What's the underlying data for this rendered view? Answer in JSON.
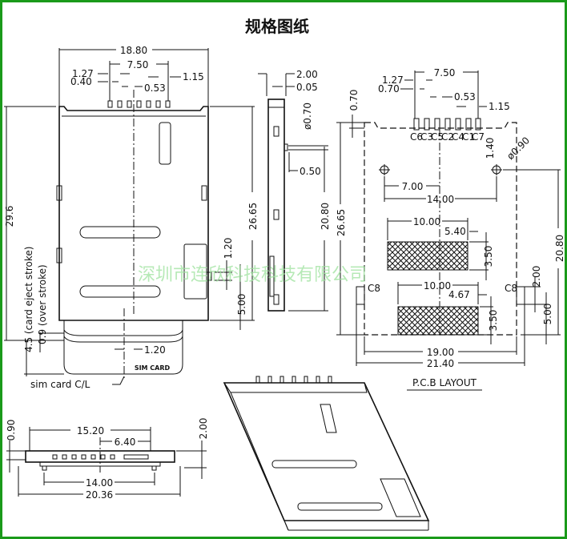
{
  "title": "规格图纸",
  "watermark": "深圳市连欣科技科技有限公司",
  "colors": {
    "border": "#1a9a1a",
    "watermark": "#9ee29e",
    "line": "#111111"
  },
  "top_view": {
    "dims": {
      "width": "18.80",
      "pitch_span": "7.50",
      "pitch": "1.27",
      "pin_width": "0.40",
      "offset": "0.53",
      "edge": "1.15",
      "length": "29.6",
      "depth": "26.65",
      "d5": "5.00",
      "d120": "1.20",
      "cl_offset": "1.20"
    },
    "eject_label": "4.5 (card eject stroke)",
    "over_label": "0.9 (over stroke)",
    "card_label": "SIM CARD",
    "cl_label": "sim card C/L"
  },
  "side_view": {
    "dims": {
      "thick": "2.00",
      "gap": "0.05",
      "peg": "ø0.70",
      "peg_off": "0.50",
      "len": "20.80"
    }
  },
  "pcb": {
    "title": "P.C.B LAYOUT",
    "contacts": [
      "C6",
      "C3",
      "C5",
      "C2",
      "C4",
      "C1",
      "C7"
    ],
    "pad_label": "C8",
    "dims": {
      "span": "7.50",
      "pitch": "1.27",
      "pad_w": "0.70",
      "offset": "0.53",
      "edge": "1.15",
      "top": "0.70",
      "hole_off": "1.40",
      "hole": "ø0.90",
      "half": "7.00",
      "holes": "14.00",
      "pad1_w": "10.00",
      "pad1_off": "5.40",
      "pad1_h": "3.50",
      "pad2_w": "10.00",
      "pad2_off": "4.67",
      "pad2_h": "3.50",
      "inner": "19.00",
      "outer": "21.40",
      "length": "26.65",
      "hole_len": "20.80",
      "c8_h": "2.00",
      "c8_off": "5.00"
    }
  },
  "bottom_view": {
    "dims": {
      "a": "15.20",
      "b": "6.40",
      "pegs": "14.00",
      "total": "20.36",
      "h1": "0.90",
      "h2": "2.00"
    }
  }
}
